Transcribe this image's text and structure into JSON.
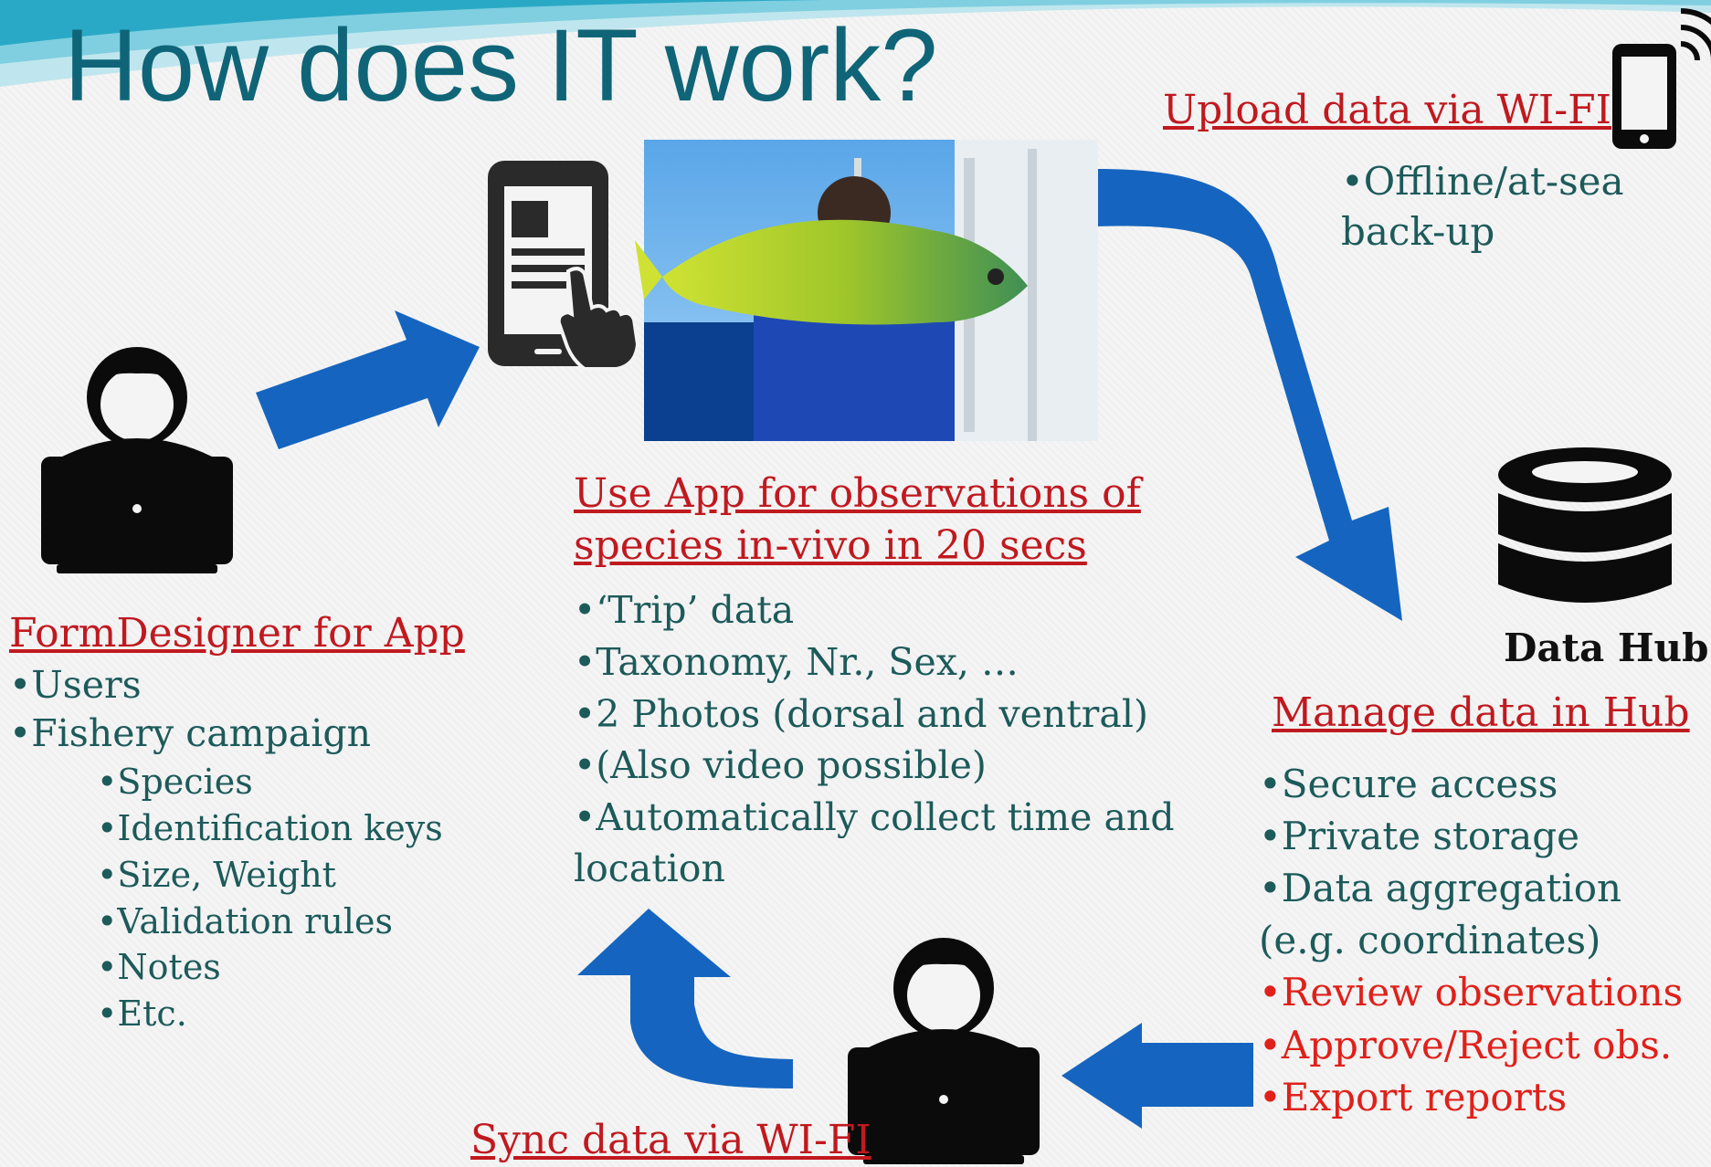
{
  "title": "How does IT work?",
  "designer": {
    "heading": "FormDesigner for App",
    "items": [
      "Users",
      "Fishery campaign"
    ],
    "sub_items": [
      "Species",
      "Identification keys",
      "Size, Weight",
      "Validation rules",
      "Notes",
      "Etc."
    ]
  },
  "app": {
    "heading_line1": "Use App for observations of",
    "heading_line2": "species  in-vivo in 20 secs",
    "items": [
      "‘Trip’ data",
      "Taxonomy, Nr., Sex, …",
      "2 Photos (dorsal and ventral)",
      "(Also video possible)",
      "Automatically collect time and location"
    ]
  },
  "upload": {
    "heading": "Upload data via WI-FI",
    "note": "Offline/at-sea back-up"
  },
  "hub": {
    "label": "Data Hub",
    "heading": "Manage data in Hub",
    "items": [
      "Secure access",
      "Private storage",
      "Data aggregation (e.g. coordinates)"
    ],
    "red_items": [
      "Review observations",
      "Approve/Reject obs.",
      "Export reports"
    ]
  },
  "sync": {
    "heading": "Sync data via WI-FI"
  },
  "colors": {
    "title": "#0f6577",
    "heading": "#c0191f",
    "arrow": "#1565c0",
    "teal_text": "#1d5a5a",
    "red_text": "#e0201a"
  },
  "icons": [
    "person-laptop-icon",
    "tablet-touch-icon",
    "smartphone-wifi-icon",
    "database-icon",
    "person-laptop-icon"
  ]
}
